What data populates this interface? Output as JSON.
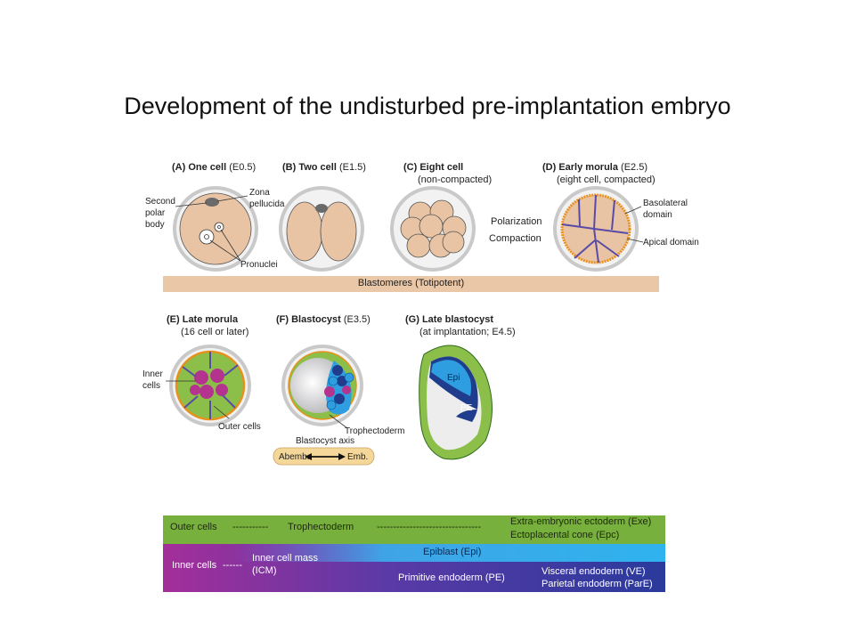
{
  "title": "Development of the undisturbed pre-implantation embryo",
  "stages": {
    "a": {
      "name": "(A) One cell",
      "time": "(E0.5)"
    },
    "b": {
      "name": "(B) Two cell",
      "time": "(E1.5)"
    },
    "c": {
      "name": "(C) Eight cell",
      "sub": "(non-compacted)"
    },
    "d": {
      "name": "(D) Early morula",
      "time": "(E2.5)",
      "sub": "(eight cell, compacted)"
    },
    "e": {
      "name": "(E) Late morula",
      "sub": "(16 cell or later)"
    },
    "f": {
      "name": "(F) Blastocyst",
      "time": "(E3.5)"
    },
    "g": {
      "name": "(G) Late blastocyst",
      "sub": "(at implantation; E4.5)"
    }
  },
  "annotations": {
    "second_polar_body": [
      "Second",
      "polar",
      "body"
    ],
    "zona_pellucida": [
      "Zona",
      "pellucida"
    ],
    "pronuclei": "Pronuclei",
    "polarization": "Polarization",
    "compaction": "Compaction",
    "basolateral": [
      "Basolateral",
      "domain"
    ],
    "apical": "Apical domain",
    "inner_cells": [
      "Inner",
      "cells"
    ],
    "outer_cells": "Outer cells",
    "trophectoderm": "Trophectoderm",
    "blastocyst_axis": "Blastocyst axis",
    "abemb": "Abemb.",
    "emb": "Emb.",
    "epi": "Epi",
    "pe": "PE"
  },
  "blastomeres_bar": "Blastomeres (Totipotent)",
  "lineage": {
    "outer_cells": "Outer cells",
    "outer_dashes": "-----------",
    "trophectoderm": "Trophectoderm",
    "troph_dashes": "--------------------------------",
    "exe": "Extra-embryonic ectoderm (Exe)",
    "epc": "Ectoplacental cone (Epc)",
    "inner_cells": "Inner cells",
    "inner_dashes": "------",
    "icm1": "Inner cell mass",
    "icm2": "(ICM)",
    "epiblast": "Epiblast (Epi)",
    "pe": "Primitive endoderm (PE)",
    "ve": "Visceral endoderm (VE)",
    "pare": "Parietal endoderm (ParE)"
  },
  "colors": {
    "zona": "#c9c9c9",
    "cell": "#e8c4a4",
    "outer_green": "#8bbf4a",
    "inner_magenta": "#b4338f",
    "epi_blue": "#2e9ee0",
    "pe_navy": "#1f3d8c",
    "bar_tan": "#eac7a7",
    "axis_box": "#f5d79a",
    "lineage_green": "#77b03c"
  }
}
